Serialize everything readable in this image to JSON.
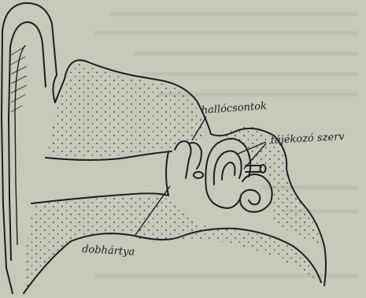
{
  "figure": {
    "labels": {
      "ossicles": "hallócsontok",
      "vestibular_organ": "tájékozó szerv",
      "eardrum": "dobhártya"
    },
    "colors": {
      "paper": "#c9c9ba",
      "ink": "#1e1e1e",
      "show_through": "#b8b8a8"
    }
  }
}
